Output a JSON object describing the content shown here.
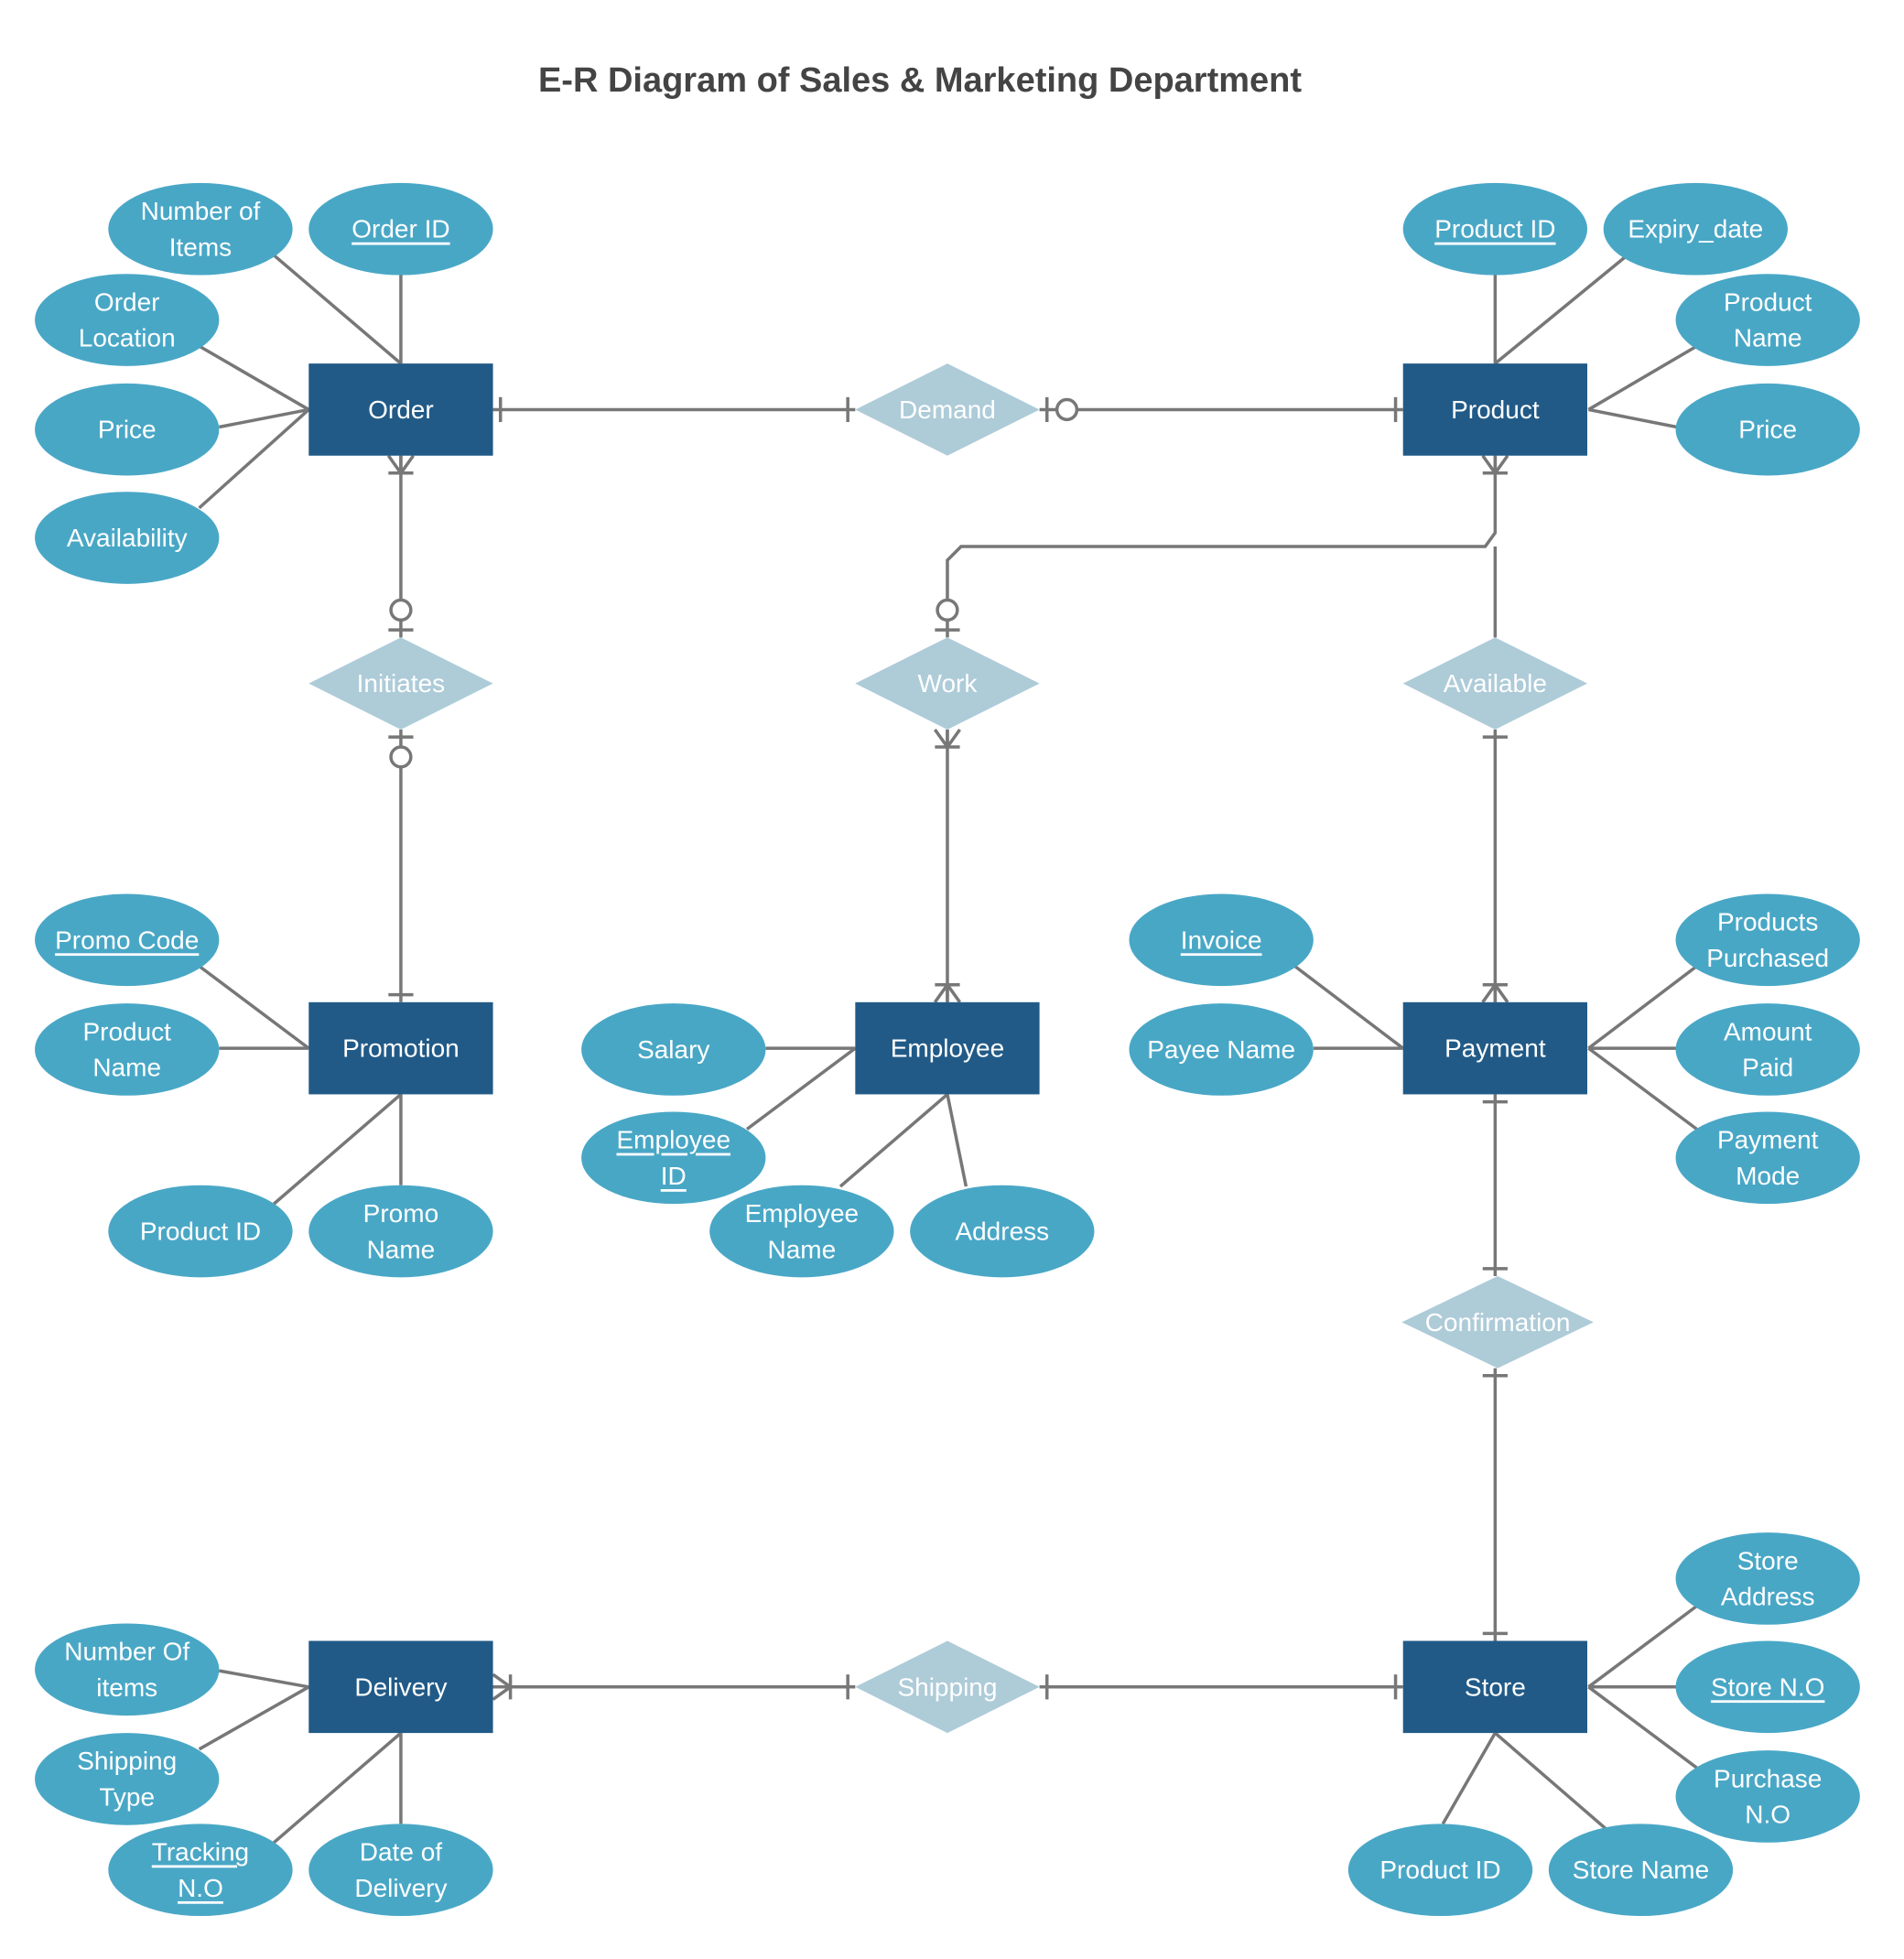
{
  "title": "E-R Diagram of Sales & Marketing Department",
  "colors": {
    "entity": "#215a87",
    "attribute": "#49a7c6",
    "relationship": "#aecbd8",
    "line": "#777777",
    "title": "#444444"
  },
  "entities": [
    {
      "id": "order",
      "label": "Order"
    },
    {
      "id": "product",
      "label": "Product"
    },
    {
      "id": "promotion",
      "label": "Promotion"
    },
    {
      "id": "employee",
      "label": "Employee"
    },
    {
      "id": "payment",
      "label": "Payment"
    },
    {
      "id": "delivery",
      "label": "Delivery"
    },
    {
      "id": "store",
      "label": "Store"
    }
  ],
  "relationships": [
    {
      "id": "demand",
      "label": "Demand"
    },
    {
      "id": "initiates",
      "label": "Initiates"
    },
    {
      "id": "work",
      "label": "Work"
    },
    {
      "id": "available",
      "label": "Available"
    },
    {
      "id": "confirmation",
      "label": "Confirmation"
    },
    {
      "id": "shipping",
      "label": "Shipping"
    }
  ],
  "attributes": [
    {
      "id": "order-number-of-items",
      "entity": "order",
      "lines": [
        "Number of",
        "Items"
      ],
      "key": false
    },
    {
      "id": "order-order-id",
      "entity": "order",
      "lines": [
        "Order ID"
      ],
      "key": true
    },
    {
      "id": "order-order-location",
      "entity": "order",
      "lines": [
        "Order",
        "Location"
      ],
      "key": false
    },
    {
      "id": "order-price",
      "entity": "order",
      "lines": [
        "Price"
      ],
      "key": false
    },
    {
      "id": "order-availability",
      "entity": "order",
      "lines": [
        "Availability"
      ],
      "key": false
    },
    {
      "id": "product-product-id",
      "entity": "product",
      "lines": [
        "Product ID"
      ],
      "key": true
    },
    {
      "id": "product-expiry-date",
      "entity": "product",
      "lines": [
        "Expiry_date"
      ],
      "key": false
    },
    {
      "id": "product-product-name",
      "entity": "product",
      "lines": [
        "Product",
        "Name"
      ],
      "key": false
    },
    {
      "id": "product-price",
      "entity": "product",
      "lines": [
        "Price"
      ],
      "key": false
    },
    {
      "id": "promotion-promo-code",
      "entity": "promotion",
      "lines": [
        "Promo Code"
      ],
      "key": true
    },
    {
      "id": "promotion-product-name",
      "entity": "promotion",
      "lines": [
        "Product",
        "Name"
      ],
      "key": false
    },
    {
      "id": "promotion-product-id",
      "entity": "promotion",
      "lines": [
        "Product ID"
      ],
      "key": false
    },
    {
      "id": "promotion-promo-name",
      "entity": "promotion",
      "lines": [
        "Promo",
        "Name"
      ],
      "key": false
    },
    {
      "id": "employee-salary",
      "entity": "employee",
      "lines": [
        "Salary"
      ],
      "key": false
    },
    {
      "id": "employee-employee-id",
      "entity": "employee",
      "lines": [
        "Employee ",
        "ID"
      ],
      "key": true
    },
    {
      "id": "employee-employee-name",
      "entity": "employee",
      "lines": [
        "Employee",
        "Name"
      ],
      "key": false
    },
    {
      "id": "employee-address",
      "entity": "employee",
      "lines": [
        "Address"
      ],
      "key": false
    },
    {
      "id": "payment-invoice",
      "entity": "payment",
      "lines": [
        "Invoice"
      ],
      "key": true
    },
    {
      "id": "payment-payee-name",
      "entity": "payment",
      "lines": [
        "Payee Name"
      ],
      "key": false
    },
    {
      "id": "payment-products-purchased",
      "entity": "payment",
      "lines": [
        "Products",
        "Purchased"
      ],
      "key": false
    },
    {
      "id": "payment-amount-paid",
      "entity": "payment",
      "lines": [
        "Amount",
        "Paid"
      ],
      "key": false
    },
    {
      "id": "payment-payment-mode",
      "entity": "payment",
      "lines": [
        "Payment",
        "Mode"
      ],
      "key": false
    },
    {
      "id": "delivery-number-of-items",
      "entity": "delivery",
      "lines": [
        "Number Of",
        "items"
      ],
      "key": false
    },
    {
      "id": "delivery-shipping-type",
      "entity": "delivery",
      "lines": [
        "Shipping",
        "Type"
      ],
      "key": false
    },
    {
      "id": "delivery-tracking-no",
      "entity": "delivery",
      "lines": [
        "Tracking ",
        "N.O"
      ],
      "key": true
    },
    {
      "id": "delivery-date-of-delivery",
      "entity": "delivery",
      "lines": [
        "Date of",
        "Delivery"
      ],
      "key": false
    },
    {
      "id": "store-store-address",
      "entity": "store",
      "lines": [
        "Store",
        "Address"
      ],
      "key": false
    },
    {
      "id": "store-store-no",
      "entity": "store",
      "lines": [
        "Store N.O"
      ],
      "key": true
    },
    {
      "id": "store-purchase-no",
      "entity": "store",
      "lines": [
        "Purchase",
        "N.O"
      ],
      "key": false
    },
    {
      "id": "store-product-id",
      "entity": "store",
      "lines": [
        "Product ID"
      ],
      "key": false
    },
    {
      "id": "store-store-name",
      "entity": "store",
      "lines": [
        "Store Name"
      ],
      "key": false
    }
  ],
  "connections": [
    {
      "from": "order",
      "to": "demand",
      "from_end": "one",
      "to_end": "one"
    },
    {
      "from": "demand",
      "to": "product",
      "from_end": "zero-or-one",
      "to_end": "one"
    },
    {
      "from": "order",
      "to": "initiates",
      "from_end": "many",
      "to_end": "zero-or-one"
    },
    {
      "from": "initiates",
      "to": "promotion",
      "from_end": "zero-or-one",
      "to_end": "one"
    },
    {
      "from": "product",
      "to": "work",
      "from_end": "many",
      "to_end": "zero-or-one"
    },
    {
      "from": "work",
      "to": "employee",
      "from_end": "many",
      "to_end": "many"
    },
    {
      "from": "product",
      "to": "available",
      "from_end": "none",
      "to_end": "none"
    },
    {
      "from": "available",
      "to": "payment",
      "from_end": "one",
      "to_end": "many"
    },
    {
      "from": "payment",
      "to": "confirmation",
      "from_end": "one",
      "to_end": "one"
    },
    {
      "from": "confirmation",
      "to": "store",
      "from_end": "one",
      "to_end": "one"
    },
    {
      "from": "delivery",
      "to": "shipping",
      "from_end": "many",
      "to_end": "one"
    },
    {
      "from": "shipping",
      "to": "store",
      "from_end": "one",
      "to_end": "one"
    }
  ]
}
